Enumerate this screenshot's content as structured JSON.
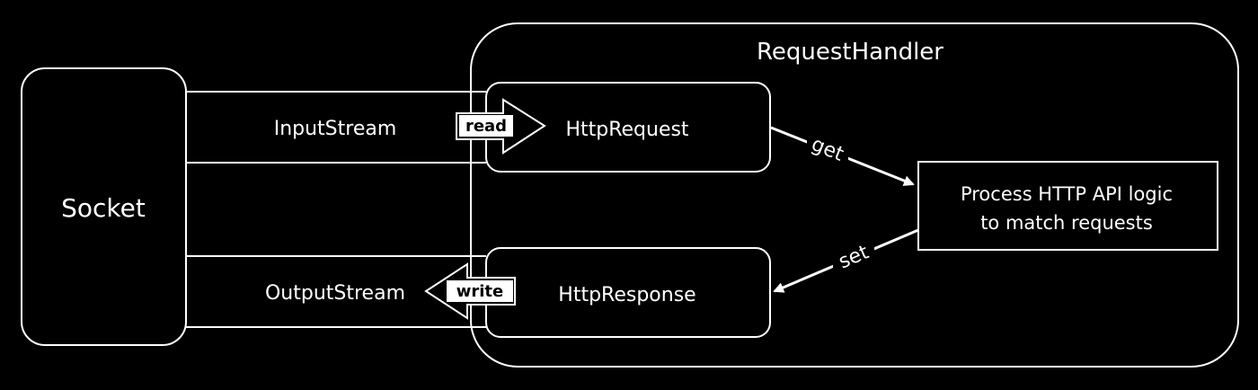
{
  "diagram": {
    "container_title": "RequestHandler",
    "socket_label": "Socket",
    "input_stream_label": "InputStream",
    "output_stream_label": "OutputStream",
    "read_arrow_label": "read",
    "write_arrow_label": "write",
    "request_label": "HttpRequest",
    "response_label": "HttpResponse",
    "logic_line_1": "Process HTTP API logic",
    "logic_line_2": "to match requests",
    "get_edge_label": "get",
    "set_edge_label": "set"
  },
  "colors": {
    "background": "#000000",
    "stroke": "#ffffff",
    "text": "#ffffff"
  }
}
